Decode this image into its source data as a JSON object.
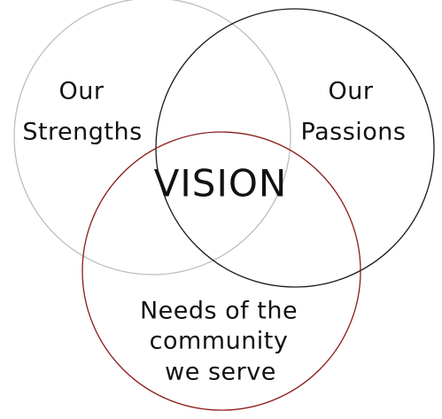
{
  "diagram": {
    "colors": {
      "strengths_circle": "#bdbdbd",
      "passions_circle": "#1a1a1a",
      "needs_circle": "#8b1a1a",
      "text": "#111111",
      "background": "#ffffff"
    },
    "circles": {
      "strengths": {
        "line1": "Our",
        "line2": "Strengths"
      },
      "passions": {
        "line1": "Our",
        "line2": "Passions"
      },
      "needs": {
        "line1": "Needs of the",
        "line2": "community",
        "line3": "we serve"
      }
    },
    "center_label": "VISION"
  }
}
